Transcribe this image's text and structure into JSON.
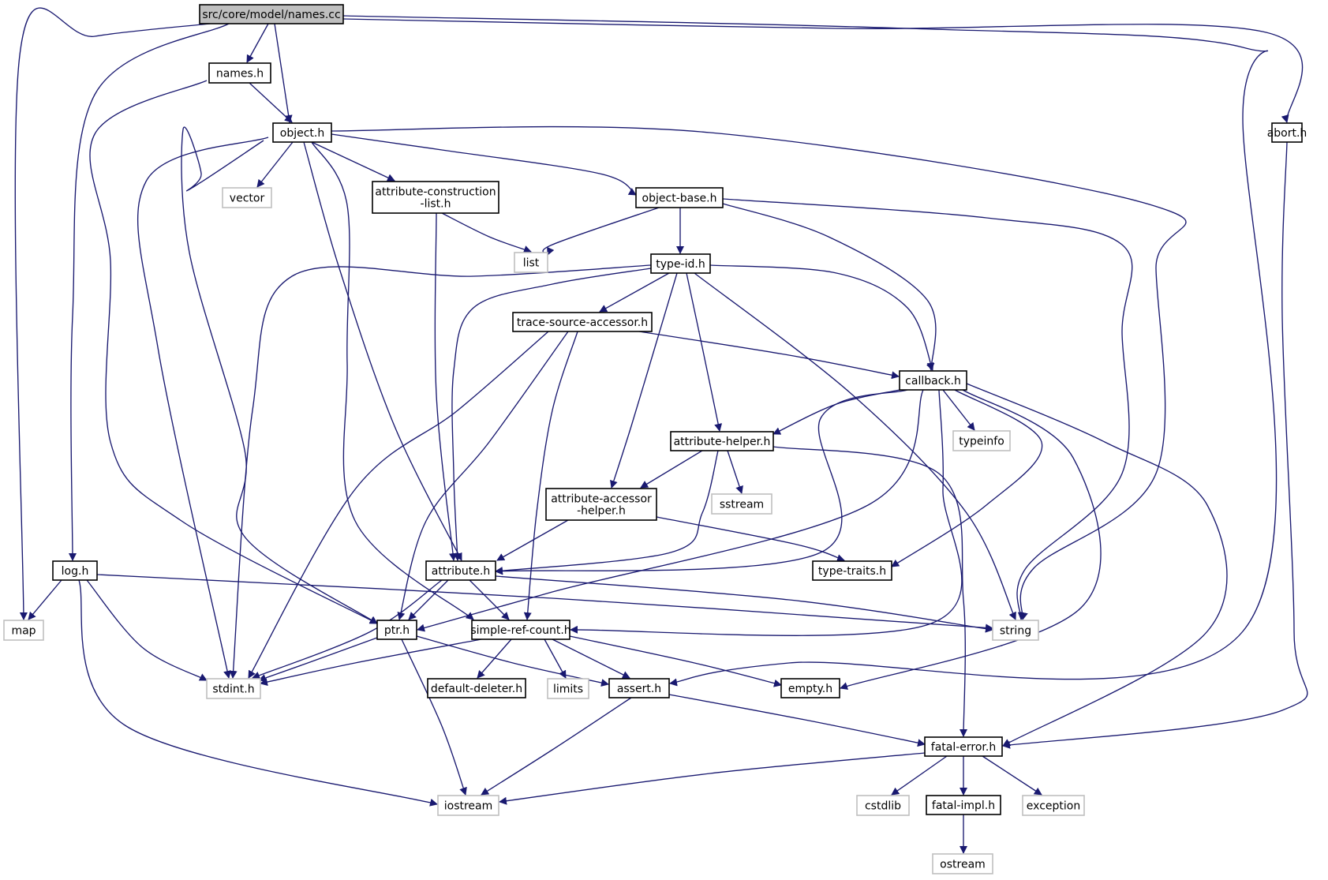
{
  "graph": {
    "colors": {
      "edge": "#191970",
      "root_fill": "#bfbfbf",
      "documented_border": "#000000",
      "external_border": "#bfbfbf",
      "node_fill": "#ffffff"
    },
    "nodes": [
      {
        "id": "names_cc",
        "lines": [
          "src/core/model/names.cc"
        ],
        "kind": "root"
      },
      {
        "id": "names_h",
        "lines": [
          "names.h"
        ],
        "kind": "documented"
      },
      {
        "id": "object_h",
        "lines": [
          "object.h"
        ],
        "kind": "documented"
      },
      {
        "id": "abort_h",
        "lines": [
          "abort.h"
        ],
        "kind": "documented"
      },
      {
        "id": "vector",
        "lines": [
          "vector"
        ],
        "kind": "external"
      },
      {
        "id": "attr_constr",
        "lines": [
          "attribute-construction",
          "-list.h"
        ],
        "kind": "documented"
      },
      {
        "id": "object_base_h",
        "lines": [
          "object-base.h"
        ],
        "kind": "documented"
      },
      {
        "id": "list",
        "lines": [
          "list"
        ],
        "kind": "external"
      },
      {
        "id": "type_id_h",
        "lines": [
          "type-id.h"
        ],
        "kind": "documented"
      },
      {
        "id": "trace_src",
        "lines": [
          "trace-source-accessor.h"
        ],
        "kind": "documented"
      },
      {
        "id": "callback_h",
        "lines": [
          "callback.h"
        ],
        "kind": "documented"
      },
      {
        "id": "attr_helper",
        "lines": [
          "attribute-helper.h"
        ],
        "kind": "documented"
      },
      {
        "id": "typeinfo",
        "lines": [
          "typeinfo"
        ],
        "kind": "external"
      },
      {
        "id": "attr_acc",
        "lines": [
          "attribute-accessor",
          "-helper.h"
        ],
        "kind": "documented"
      },
      {
        "id": "sstream",
        "lines": [
          "sstream"
        ],
        "kind": "external"
      },
      {
        "id": "log_h",
        "lines": [
          "log.h"
        ],
        "kind": "documented"
      },
      {
        "id": "attribute_h",
        "lines": [
          "attribute.h"
        ],
        "kind": "documented"
      },
      {
        "id": "type_traits",
        "lines": [
          "type-traits.h"
        ],
        "kind": "documented"
      },
      {
        "id": "map",
        "lines": [
          "map"
        ],
        "kind": "external"
      },
      {
        "id": "ptr_h",
        "lines": [
          "ptr.h"
        ],
        "kind": "documented"
      },
      {
        "id": "simple_ref",
        "lines": [
          "simple-ref-count.h"
        ],
        "kind": "documented"
      },
      {
        "id": "string",
        "lines": [
          "string"
        ],
        "kind": "external"
      },
      {
        "id": "stdint",
        "lines": [
          "stdint.h"
        ],
        "kind": "external"
      },
      {
        "id": "default_del",
        "lines": [
          "default-deleter.h"
        ],
        "kind": "documented"
      },
      {
        "id": "limits",
        "lines": [
          "limits"
        ],
        "kind": "external"
      },
      {
        "id": "assert_h",
        "lines": [
          "assert.h"
        ],
        "kind": "documented"
      },
      {
        "id": "empty_h",
        "lines": [
          "empty.h"
        ],
        "kind": "documented"
      },
      {
        "id": "fatal_err",
        "lines": [
          "fatal-error.h"
        ],
        "kind": "documented"
      },
      {
        "id": "iostream",
        "lines": [
          "iostream"
        ],
        "kind": "external"
      },
      {
        "id": "cstdlib",
        "lines": [
          "cstdlib"
        ],
        "kind": "external"
      },
      {
        "id": "fatal_impl",
        "lines": [
          "fatal-impl.h"
        ],
        "kind": "documented"
      },
      {
        "id": "exception",
        "lines": [
          "exception"
        ],
        "kind": "external"
      },
      {
        "id": "ostream",
        "lines": [
          "ostream"
        ],
        "kind": "external"
      }
    ],
    "edges": [
      {
        "from": "names_cc",
        "to": "names_h"
      },
      {
        "from": "names_cc",
        "to": "object_h"
      },
      {
        "from": "names_cc",
        "to": "abort_h"
      },
      {
        "from": "names_cc",
        "to": "map"
      },
      {
        "from": "names_cc",
        "to": "log_h"
      },
      {
        "from": "names_cc",
        "to": "assert_h"
      },
      {
        "from": "names_h",
        "to": "object_h"
      },
      {
        "from": "names_h",
        "to": "ptr_h"
      },
      {
        "from": "object_h",
        "to": "vector"
      },
      {
        "from": "object_h",
        "to": "attr_constr"
      },
      {
        "from": "object_h",
        "to": "object_base_h"
      },
      {
        "from": "object_h",
        "to": "string"
      },
      {
        "from": "object_h",
        "to": "stdint"
      },
      {
        "from": "object_h",
        "to": "ptr_h"
      },
      {
        "from": "object_h",
        "to": "attribute_h"
      },
      {
        "from": "object_h",
        "to": "simple_ref"
      },
      {
        "from": "abort_h",
        "to": "fatal_err"
      },
      {
        "from": "attr_constr",
        "to": "list"
      },
      {
        "from": "attr_constr",
        "to": "attribute_h"
      },
      {
        "from": "object_base_h",
        "to": "list"
      },
      {
        "from": "object_base_h",
        "to": "type_id_h"
      },
      {
        "from": "object_base_h",
        "to": "callback_h"
      },
      {
        "from": "object_base_h",
        "to": "string"
      },
      {
        "from": "type_id_h",
        "to": "trace_src"
      },
      {
        "from": "type_id_h",
        "to": "callback_h"
      },
      {
        "from": "type_id_h",
        "to": "attr_helper"
      },
      {
        "from": "type_id_h",
        "to": "attr_acc"
      },
      {
        "from": "type_id_h",
        "to": "attribute_h"
      },
      {
        "from": "type_id_h",
        "to": "stdint"
      },
      {
        "from": "type_id_h",
        "to": "string"
      },
      {
        "from": "trace_src",
        "to": "callback_h"
      },
      {
        "from": "trace_src",
        "to": "ptr_h"
      },
      {
        "from": "trace_src",
        "to": "simple_ref"
      },
      {
        "from": "trace_src",
        "to": "stdint"
      },
      {
        "from": "callback_h",
        "to": "attr_helper"
      },
      {
        "from": "callback_h",
        "to": "typeinfo"
      },
      {
        "from": "callback_h",
        "to": "type_traits"
      },
      {
        "from": "callback_h",
        "to": "attribute_h"
      },
      {
        "from": "callback_h",
        "to": "ptr_h"
      },
      {
        "from": "callback_h",
        "to": "simple_ref"
      },
      {
        "from": "callback_h",
        "to": "empty_h"
      },
      {
        "from": "callback_h",
        "to": "fatal_err"
      },
      {
        "from": "attr_helper",
        "to": "attr_acc"
      },
      {
        "from": "attr_helper",
        "to": "sstream"
      },
      {
        "from": "attr_helper",
        "to": "attribute_h"
      },
      {
        "from": "attr_helper",
        "to": "fatal_err"
      },
      {
        "from": "attr_acc",
        "to": "attribute_h"
      },
      {
        "from": "attr_acc",
        "to": "type_traits"
      },
      {
        "from": "log_h",
        "to": "map"
      },
      {
        "from": "log_h",
        "to": "stdint"
      },
      {
        "from": "log_h",
        "to": "string"
      },
      {
        "from": "log_h",
        "to": "iostream"
      },
      {
        "from": "attribute_h",
        "to": "ptr_h"
      },
      {
        "from": "attribute_h",
        "to": "simple_ref"
      },
      {
        "from": "attribute_h",
        "to": "string"
      },
      {
        "from": "attribute_h",
        "to": "stdint"
      },
      {
        "from": "ptr_h",
        "to": "stdint"
      },
      {
        "from": "ptr_h",
        "to": "assert_h"
      },
      {
        "from": "ptr_h",
        "to": "iostream"
      },
      {
        "from": "simple_ref",
        "to": "default_del"
      },
      {
        "from": "simple_ref",
        "to": "limits"
      },
      {
        "from": "simple_ref",
        "to": "assert_h"
      },
      {
        "from": "simple_ref",
        "to": "empty_h"
      },
      {
        "from": "simple_ref",
        "to": "stdint"
      },
      {
        "from": "assert_h",
        "to": "fatal_err"
      },
      {
        "from": "assert_h",
        "to": "iostream"
      },
      {
        "from": "fatal_err",
        "to": "iostream"
      },
      {
        "from": "fatal_err",
        "to": "cstdlib"
      },
      {
        "from": "fatal_err",
        "to": "fatal_impl"
      },
      {
        "from": "fatal_err",
        "to": "exception"
      },
      {
        "from": "fatal_impl",
        "to": "ostream"
      }
    ]
  }
}
